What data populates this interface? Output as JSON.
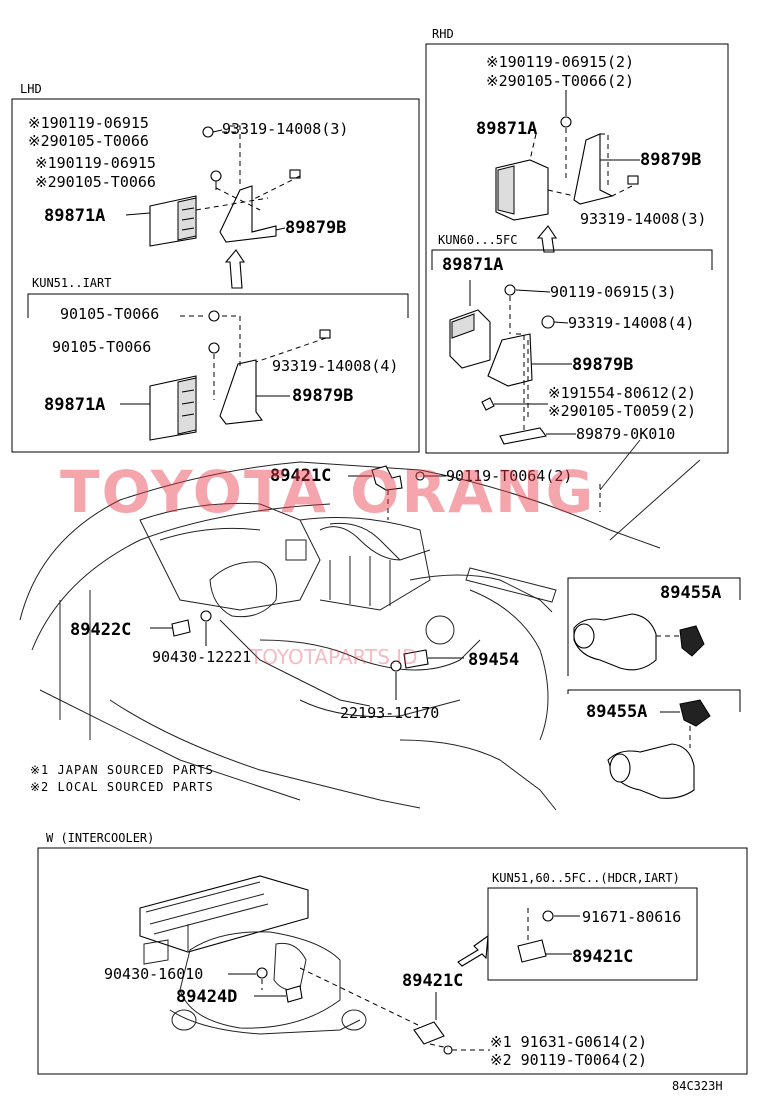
{
  "diagram_code": "84C323H",
  "watermark": "TOYOTA ORANG",
  "watermark_sub": "TOYOTAPARTS.ID",
  "sections": {
    "lhd": {
      "title": "LHD",
      "labels": {
        "p1": "※190119-06915",
        "p2": "※290105-T0066",
        "p3": "93319-14008(3)",
        "p4": "※190119-06915",
        "p5": "※290105-T0066",
        "p6": "89871A",
        "p7": "89879B"
      }
    },
    "lhd_kun51": {
      "title": "KUN51..IART",
      "labels": {
        "p1": "90105-T0066",
        "p2": "90105-T0066",
        "p3": "93319-14008(4)",
        "p4": "89871A",
        "p5": "89879B"
      }
    },
    "rhd": {
      "title": "RHD",
      "labels": {
        "p1": "※190119-06915(2)",
        "p2": "※290105-T0066(2)",
        "p3": "89871A",
        "p4": "89879B",
        "p5": "93319-14008(3)"
      }
    },
    "rhd_kun60": {
      "title": "KUN60...5FC",
      "labels": {
        "p1": "89871A",
        "p2": "90119-06915(3)",
        "p3": "93319-14008(4)",
        "p4": "89879B",
        "p5": "※191554-80612(2)",
        "p6": "※290105-T0059(2)",
        "p7": "89879-0K010"
      }
    },
    "engine": {
      "labels": {
        "p1": "89421C",
        "p2": "90119-T0064(2)",
        "p3": "89455A",
        "p4": "89455A",
        "p5": "89422C",
        "p6": "90430-12221",
        "p7": "89454",
        "p8": "22193-1C170"
      },
      "notes": [
        "※1 JAPAN SOURCED PARTS",
        "※2 LOCAL SOURCED PARTS"
      ]
    },
    "intercooler": {
      "title": "W (INTERCOOLER)",
      "labels": {
        "p1": "90430-16010",
        "p2": "89424D",
        "p3": "89421C",
        "p4": "※1 91631-G0614(2)",
        "p5": "※2 90119-T0064(2)"
      },
      "sub": {
        "title": "KUN51,60..5FC..(HDCR,IART)",
        "labels": {
          "p1": "91671-80616",
          "p2": "89421C"
        }
      }
    }
  }
}
